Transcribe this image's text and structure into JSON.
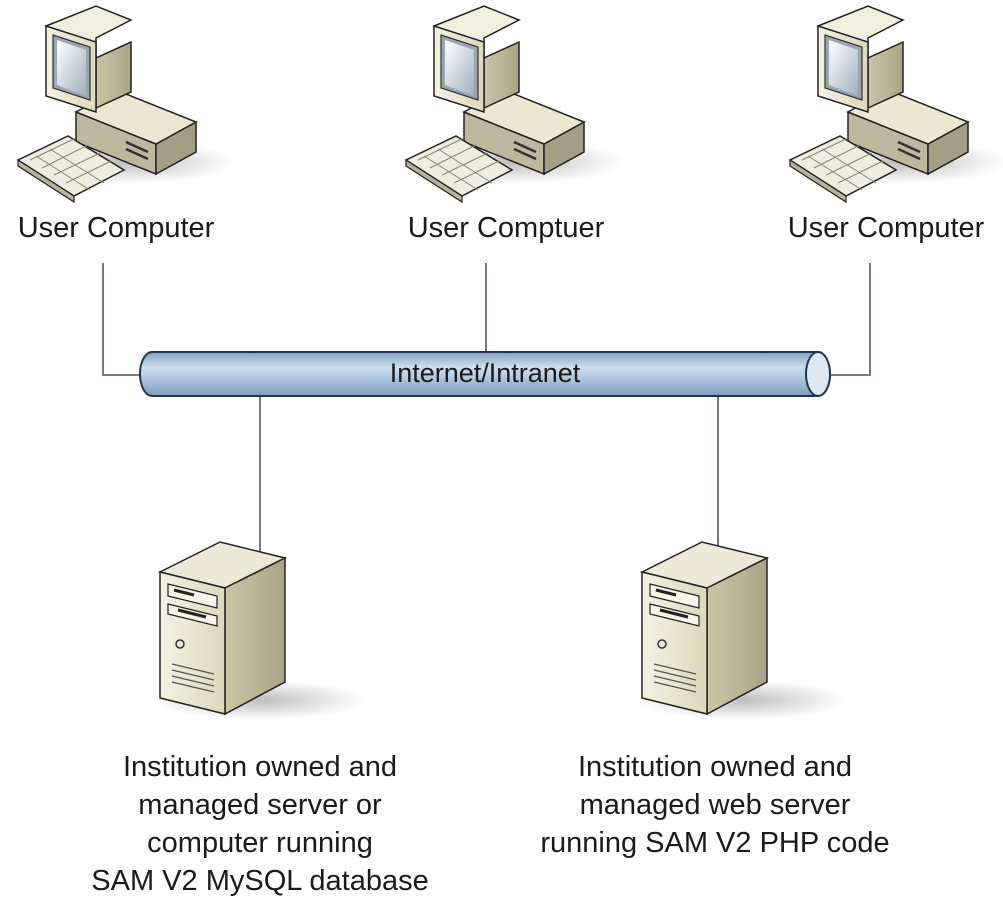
{
  "network": {
    "label": "Internet/Intranet",
    "colors": {
      "pipe_fill": "#a9c3dc",
      "pipe_stroke": "#1f3550",
      "link_line": "#6a6482"
    }
  },
  "user_computers": [
    {
      "label": "User Computer",
      "icon": "desktop-computer-icon"
    },
    {
      "label": "User Comptuer",
      "icon": "desktop-computer-icon"
    },
    {
      "label": "User Computer",
      "icon": "desktop-computer-icon"
    }
  ],
  "servers": [
    {
      "icon": "tower-server-icon",
      "lines": [
        "Institution owned and",
        "managed server or",
        "computer running",
        "SAM V2 MySQL database"
      ]
    },
    {
      "icon": "tower-server-icon",
      "lines": [
        "Institution owned and",
        "managed web server",
        "running SAM V2 PHP code"
      ]
    }
  ]
}
